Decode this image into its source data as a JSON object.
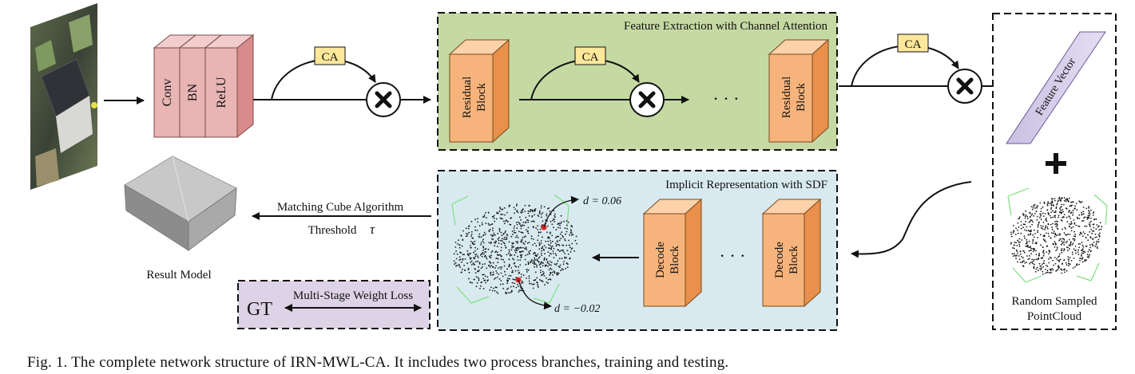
{
  "input_image": {
    "subject": "aerial building photo"
  },
  "stem_blocks": [
    "Conv",
    "BN",
    "ReLU"
  ],
  "ca_label": "CA",
  "feature_extraction": {
    "title": "Feature Extraction with Channel Attention",
    "block_left": "Residual Block",
    "block_right": "Residual Block",
    "ellipsis": "· · ·"
  },
  "feature_vector_label": "Feature Vector",
  "random_sampled": {
    "line1": "Random Sampled",
    "line2": "PointCloud"
  },
  "implicit": {
    "title": "Implicit Representation with SDF",
    "d_top": "d = 0.06",
    "d_bottom": "d = −0.02",
    "block_left": "Decode Block",
    "block_right": "Decode Block",
    "ellipsis": "· · ·"
  },
  "matching": {
    "line1": "Matching Cube Algorithm",
    "line2": "Threshold",
    "symbol": "τ"
  },
  "result_model_label": "Result Model",
  "loss": {
    "gt": "GT",
    "label": "Multi-Stage Weight Loss"
  },
  "caption": "Fig. 1.  The complete network structure of IRN-MWL-CA. It includes two process branches, training and testing.",
  "colors": {
    "stem_front": "#e8b4b4",
    "stem_top": "#f2cdcd",
    "stem_side": "#c98888",
    "relu_side": "#d98a8a",
    "residual_front": "#f6b47c",
    "residual_top": "#fbd2aa",
    "residual_side": "#e8904c",
    "fe_bg": "#c5d9a3",
    "sdf_bg": "#d8eaf0",
    "loss_bg": "#ddd3e6",
    "ca_fill": "#fde79a",
    "feature_vector": "#d8d0ea",
    "point_red": "#e02020"
  }
}
